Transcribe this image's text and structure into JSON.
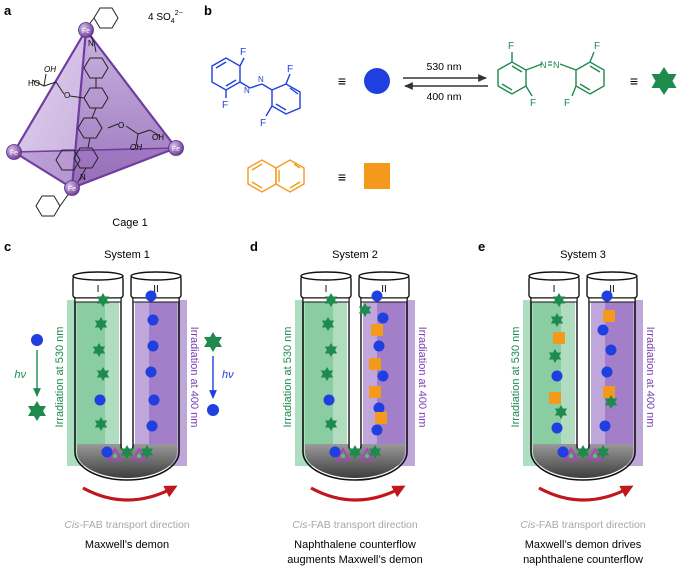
{
  "panels": {
    "a": "a",
    "b": "b",
    "c": "c",
    "d": "d",
    "e": "e"
  },
  "cage": {
    "metal": "Fe",
    "counterion": "4 SO",
    "counterion_sub": "4",
    "counterion_charge": "2−",
    "ho": "HO",
    "oh": "OH",
    "o": "O",
    "n": "N",
    "caption": "Cage 1"
  },
  "scheme": {
    "fluorine": "F",
    "nitrogen": "N",
    "equiv": "≡",
    "forward_label": "530 nm",
    "reverse_label": "400 nm"
  },
  "systems": [
    {
      "title": "System 1",
      "tube_left": "I",
      "tube_right": "II",
      "irradiation_left": "Irradiation at 530 nm",
      "irradiation_right": "Irradiation at 400 nm",
      "transport_italic": "Cis",
      "transport_rest": "-FAB transport direction",
      "caption_line1": "Maxwell’s demon",
      "caption_line2": ""
    },
    {
      "title": "System 2",
      "tube_left": "I",
      "tube_right": "II",
      "irradiation_left": "Irradiation at 530 nm",
      "irradiation_right": "Irradiation at 400 nm",
      "transport_italic": "Cis",
      "transport_rest": "-FAB transport direction",
      "caption_line1": "Naphthalene counterflow",
      "caption_line2": "augments Maxwell’s demon"
    },
    {
      "title": "System 3",
      "tube_left": "I",
      "tube_right": "II",
      "irradiation_left": "Irradiation at 530 nm",
      "irradiation_right": "Irradiation at 400 nm",
      "transport_italic": "Cis",
      "transport_rest": "-FAB transport direction",
      "caption_line1": "Maxwell’s demon drives",
      "caption_line2": "naphthalene counterflow"
    }
  ],
  "legend_hv": "hν",
  "colors": {
    "cis_blue": "#1f3fe0",
    "trans_green": "#1e8a4e",
    "naphthalene_orange": "#f39a1c",
    "cage_purple": "#8a4fb0",
    "green_band": "#9ed8b4",
    "purple_band": "#b598d2",
    "arrow_red": "#c0161c",
    "caption_gray": "#a8a8a8"
  }
}
